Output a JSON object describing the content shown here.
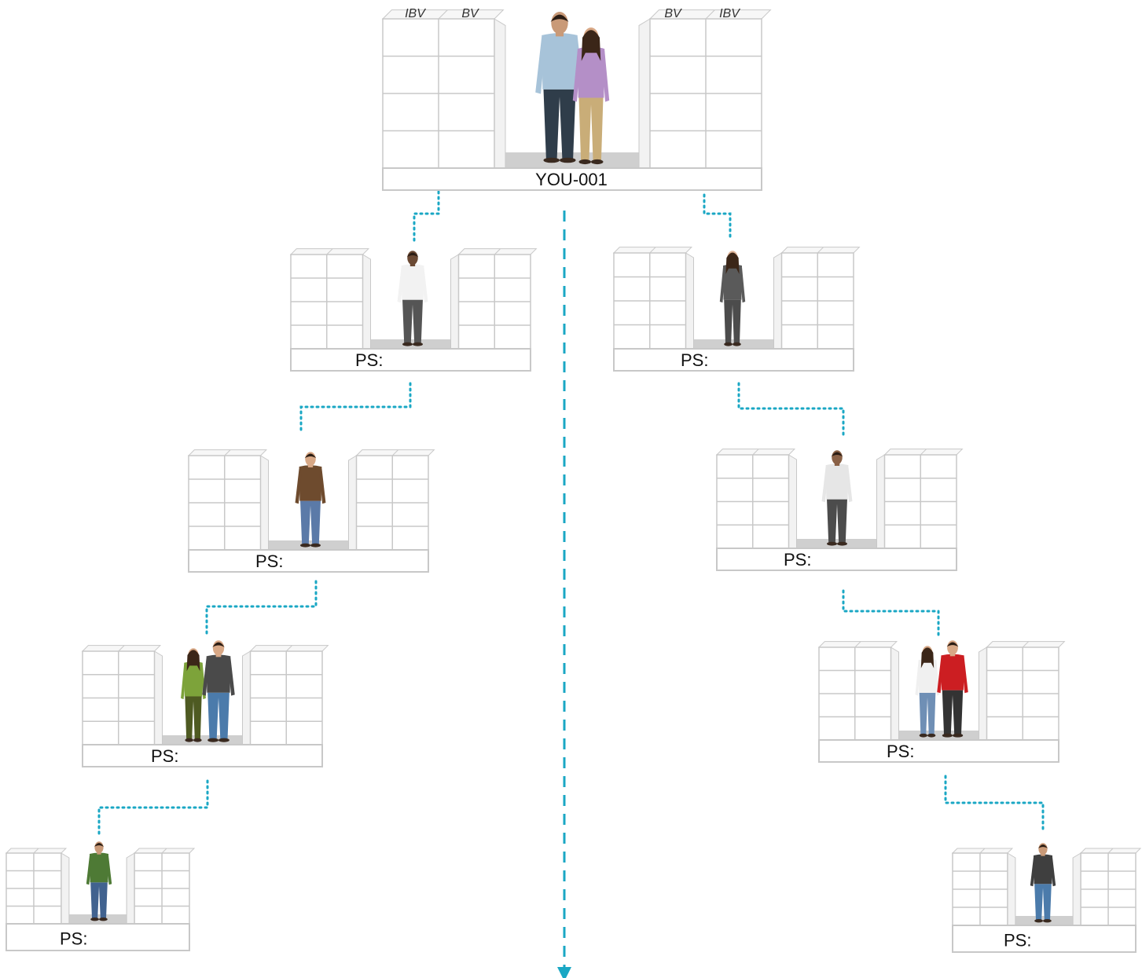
{
  "root": {
    "label": "YOU-001",
    "left_headers": [
      "IBV",
      "BV"
    ],
    "right_headers": [
      "BV",
      "IBV"
    ]
  },
  "nodes": [
    {
      "label": "PS:",
      "side": "left",
      "level": 1,
      "figure": "man-white-shirt"
    },
    {
      "label": "PS:",
      "side": "left",
      "level": 2,
      "figure": "man-brown-jacket"
    },
    {
      "label": "PS:",
      "side": "left",
      "level": 3,
      "figure": "couple-green-gray"
    },
    {
      "label": "PS:",
      "side": "left",
      "level": 4,
      "figure": "man-green-shirt"
    },
    {
      "label": "PS:",
      "side": "right",
      "level": 1,
      "figure": "woman-gray-vest"
    },
    {
      "label": "PS:",
      "side": "right",
      "level": 2,
      "figure": "man-light-sweater"
    },
    {
      "label": "PS:",
      "side": "right",
      "level": 3,
      "figure": "couple-red-shirt"
    },
    {
      "label": "PS:",
      "side": "right",
      "level": 4,
      "figure": "man-gray-vest"
    }
  ],
  "colors": {
    "connector": "#1aa7c4",
    "grid_line": "#c8c8c8",
    "floor": "#cfcfcf"
  }
}
